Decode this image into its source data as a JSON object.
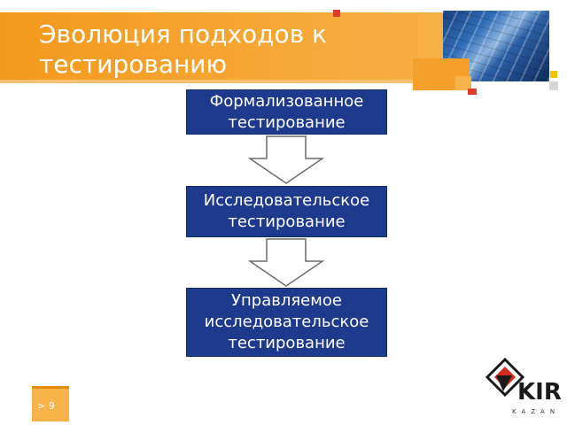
{
  "slide": {
    "title": "Эволюция подходов к тестированию"
  },
  "flow": {
    "steps": [
      {
        "lines": [
          "Формализованное",
          "тестирование"
        ]
      },
      {
        "lines": [
          "Исследовательское",
          "тестирование"
        ]
      },
      {
        "lines": [
          "Управляемое",
          "исследовательское",
          "тестирование"
        ]
      }
    ],
    "arrow_icon": "down-arrow-outline-icon"
  },
  "footer": {
    "page_number": "> 9",
    "logo_icon": "kir-logo-icon",
    "logo_text": "KIR",
    "logo_subtext": "KAZAN"
  },
  "colors": {
    "box_fill": "#1e3a8c",
    "accent_orange": "#f39a1e",
    "accent_red": "#e23a2a"
  }
}
